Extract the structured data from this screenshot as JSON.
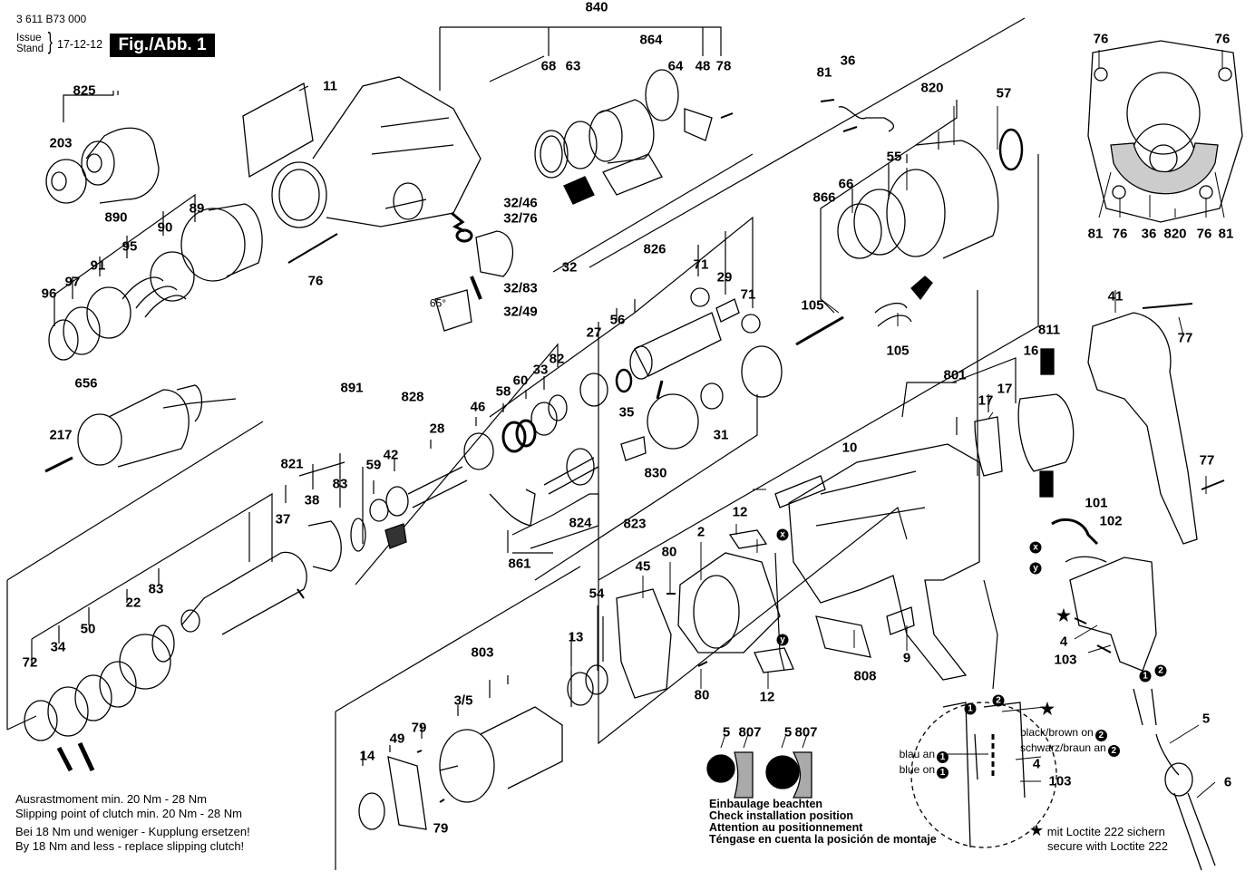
{
  "header": {
    "part_number": "3 611 B73 000",
    "issue_label_en": "Issue",
    "issue_label_de": "Stand",
    "brace": "}",
    "issue_date": "17-12-12",
    "figure_label": "Fig./Abb. 1"
  },
  "part_labels": [
    {
      "id": "840",
      "text": "840"
    },
    {
      "id": "864",
      "text": "864"
    },
    {
      "id": "68",
      "text": "68"
    },
    {
      "id": "63",
      "text": "63"
    },
    {
      "id": "64",
      "text": "64"
    },
    {
      "id": "48",
      "text": "48"
    },
    {
      "id": "78",
      "text": "78"
    },
    {
      "id": "825",
      "text": "825"
    },
    {
      "id": "203",
      "text": "203"
    },
    {
      "id": "11",
      "text": "11"
    },
    {
      "id": "890",
      "text": "890"
    },
    {
      "id": "89",
      "text": "89"
    },
    {
      "id": "90",
      "text": "90"
    },
    {
      "id": "95",
      "text": "95"
    },
    {
      "id": "91",
      "text": "91"
    },
    {
      "id": "97",
      "text": "97"
    },
    {
      "id": "96",
      "text": "96"
    },
    {
      "id": "76a",
      "text": "76"
    },
    {
      "id": "32-46",
      "text": "32/46"
    },
    {
      "id": "32-76",
      "text": "32/76"
    },
    {
      "id": "32",
      "text": "32"
    },
    {
      "id": "32-83",
      "text": "32/83"
    },
    {
      "id": "32-49",
      "text": "32/49"
    },
    {
      "id": "656",
      "text": "656"
    },
    {
      "id": "217",
      "text": "217"
    },
    {
      "id": "81a",
      "text": "81"
    },
    {
      "id": "36a",
      "text": "36"
    },
    {
      "id": "820a",
      "text": "820"
    },
    {
      "id": "57",
      "text": "57"
    },
    {
      "id": "55",
      "text": "55"
    },
    {
      "id": "66",
      "text": "66"
    },
    {
      "id": "866",
      "text": "866"
    },
    {
      "id": "105a",
      "text": "105"
    },
    {
      "id": "105b",
      "text": "105"
    },
    {
      "id": "76b",
      "text": "76"
    },
    {
      "id": "76c",
      "text": "76"
    },
    {
      "id": "81b",
      "text": "81"
    },
    {
      "id": "76d",
      "text": "76"
    },
    {
      "id": "36b",
      "text": "36"
    },
    {
      "id": "820b",
      "text": "820"
    },
    {
      "id": "76e",
      "text": "76"
    },
    {
      "id": "81c",
      "text": "81"
    },
    {
      "id": "826",
      "text": "826"
    },
    {
      "id": "71a",
      "text": "71"
    },
    {
      "id": "29",
      "text": "29"
    },
    {
      "id": "71b",
      "text": "71"
    },
    {
      "id": "27",
      "text": "27"
    },
    {
      "id": "56",
      "text": "56"
    },
    {
      "id": "891",
      "text": "891"
    },
    {
      "id": "828",
      "text": "828"
    },
    {
      "id": "82",
      "text": "82"
    },
    {
      "id": "33",
      "text": "33"
    },
    {
      "id": "60",
      "text": "60"
    },
    {
      "id": "58",
      "text": "58"
    },
    {
      "id": "46",
      "text": "46"
    },
    {
      "id": "28",
      "text": "28"
    },
    {
      "id": "42",
      "text": "42"
    },
    {
      "id": "59",
      "text": "59"
    },
    {
      "id": "35",
      "text": "35"
    },
    {
      "id": "31",
      "text": "31"
    },
    {
      "id": "830",
      "text": "830"
    },
    {
      "id": "824",
      "text": "824"
    },
    {
      "id": "823",
      "text": "823"
    },
    {
      "id": "861",
      "text": "861"
    },
    {
      "id": "821",
      "text": "821"
    },
    {
      "id": "37",
      "text": "37"
    },
    {
      "id": "38",
      "text": "38"
    },
    {
      "id": "83a",
      "text": "83"
    },
    {
      "id": "83b",
      "text": "83"
    },
    {
      "id": "22",
      "text": "22"
    },
    {
      "id": "50",
      "text": "50"
    },
    {
      "id": "34",
      "text": "34"
    },
    {
      "id": "72",
      "text": "72"
    },
    {
      "id": "41",
      "text": "41"
    },
    {
      "id": "77a",
      "text": "77"
    },
    {
      "id": "77b",
      "text": "77"
    },
    {
      "id": "811",
      "text": "811"
    },
    {
      "id": "16",
      "text": "16"
    },
    {
      "id": "801",
      "text": "801"
    },
    {
      "id": "17a",
      "text": "17"
    },
    {
      "id": "17b",
      "text": "17"
    },
    {
      "id": "10",
      "text": "10"
    },
    {
      "id": "101",
      "text": "101"
    },
    {
      "id": "102",
      "text": "102"
    },
    {
      "id": "12a",
      "text": "12"
    },
    {
      "id": "12b",
      "text": "12"
    },
    {
      "id": "2",
      "text": "2"
    },
    {
      "id": "80a",
      "text": "80"
    },
    {
      "id": "80b",
      "text": "80"
    },
    {
      "id": "45",
      "text": "45"
    },
    {
      "id": "54",
      "text": "54"
    },
    {
      "id": "13",
      "text": "13"
    },
    {
      "id": "803",
      "text": "803"
    },
    {
      "id": "3-5",
      "text": "3/5"
    },
    {
      "id": "79a",
      "text": "79"
    },
    {
      "id": "79b",
      "text": "79"
    },
    {
      "id": "49",
      "text": "49"
    },
    {
      "id": "14",
      "text": "14"
    },
    {
      "id": "808",
      "text": "808"
    },
    {
      "id": "9",
      "text": "9"
    },
    {
      "id": "4a",
      "text": "4"
    },
    {
      "id": "103a",
      "text": "103"
    },
    {
      "id": "5a",
      "text": "5"
    },
    {
      "id": "6",
      "text": "6"
    },
    {
      "id": "4b",
      "text": "4"
    },
    {
      "id": "103b",
      "text": "103"
    },
    {
      "id": "5b",
      "text": "5"
    },
    {
      "id": "807a",
      "text": "807"
    },
    {
      "id": "5c",
      "text": "5"
    },
    {
      "id": "807b",
      "text": "807"
    }
  ],
  "markers": {
    "x": "x",
    "y": "y",
    "one": "1",
    "two": "2",
    "star": "★",
    "angle": "65°"
  },
  "notes": {
    "clutch_de": "Ausrastmoment min. 20 Nm - 28 Nm",
    "clutch_en": "Slipping point of clutch min. 20 Nm - 28 Nm",
    "replace_de": "Bei 18 Nm und weniger - Kupplung ersetzen!",
    "replace_en": "By 18 Nm and less - replace slipping clutch!",
    "install_de": "Einbaulage beachten",
    "install_en": "Check installation position",
    "install_fr": "Attention au positionnement",
    "install_es": "Téngase en cuenta la posición de montaje",
    "loctite_de": "mit Loctite 222 sichern",
    "loctite_en": "secure with Loctite 222",
    "wire_blue_de": "blau an",
    "wire_blue_en": "blue on",
    "wire_black_en": "black/brown on",
    "wire_black_de": "schwarz/braun an"
  }
}
